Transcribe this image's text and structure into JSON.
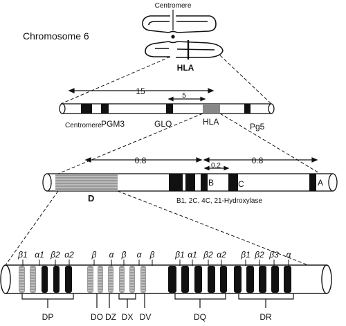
{
  "chromosome": {
    "title": "Chromosome 6",
    "centromere_label": "Centromere",
    "hla_label": "HLA"
  },
  "level2": {
    "distance_major": "15",
    "distance_minor": "5",
    "labels": {
      "centromere": "Centromere",
      "pgm3": "PGM3",
      "glo": "GLO",
      "hla": "HLA",
      "pg5": "Pg5"
    }
  },
  "level3": {
    "distance_left": "0.8",
    "distance_mid": "0.2",
    "distance_right": "0.8",
    "region_labels": {
      "d": "D",
      "b": "B",
      "c": "C",
      "a": "A"
    },
    "gene_note": "B1, 2C, 4C, 21-Hydroxylase"
  },
  "level4": {
    "gene_labels": [
      "β1",
      "α1",
      "β2",
      "α2",
      "β",
      "α",
      "β",
      "α",
      "β",
      "β1",
      "α1",
      "β2",
      "α2",
      "β1",
      "β2",
      "β3",
      "α"
    ],
    "subregions": [
      "DP",
      "DO",
      "DZ",
      "DX",
      "DV",
      "DQ",
      "DR"
    ]
  }
}
